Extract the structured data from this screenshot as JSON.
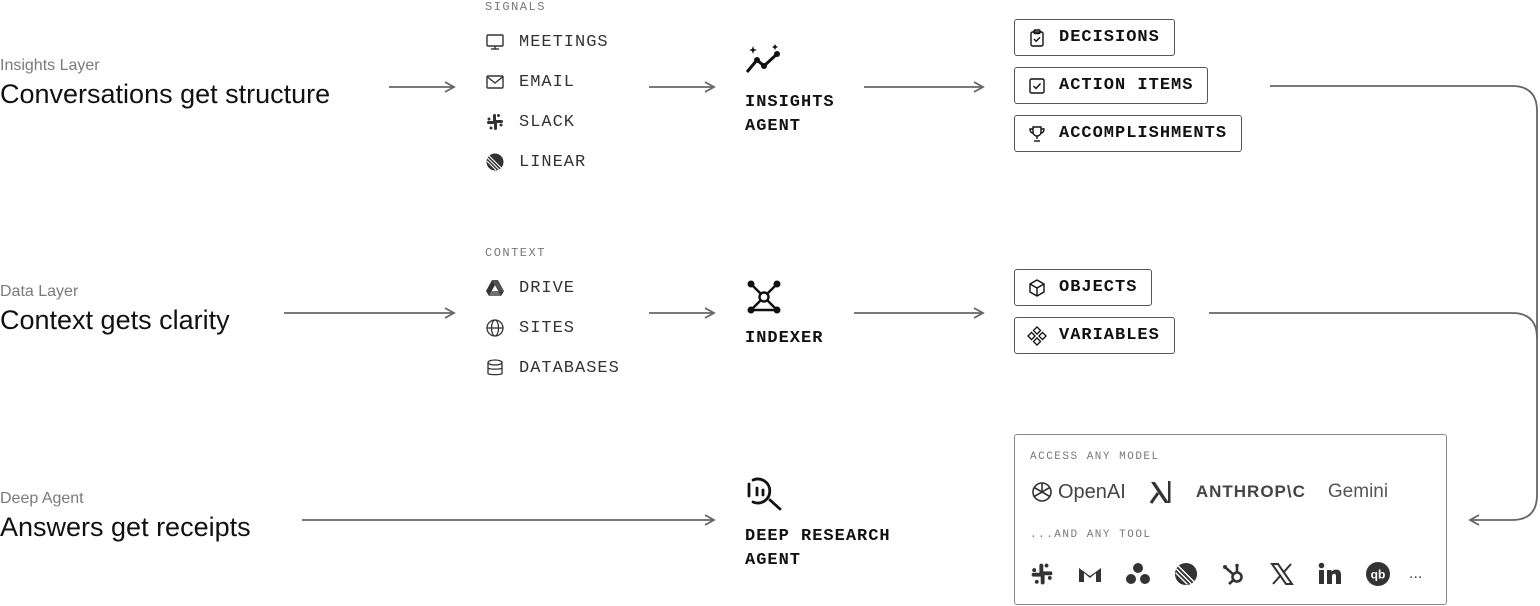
{
  "layers": [
    {
      "label": "Insights Layer",
      "title": "Conversations get structure"
    },
    {
      "label": "Data Layer",
      "title": "Context gets clarity"
    },
    {
      "label": "Deep Agent",
      "title": "Answers get receipts"
    }
  ],
  "signals": {
    "caption": "SIGNALS",
    "items": [
      {
        "label": "MEETINGS",
        "icon": "monitor-icon"
      },
      {
        "label": "EMAIL",
        "icon": "mail-icon"
      },
      {
        "label": "SLACK",
        "icon": "slack-icon"
      },
      {
        "label": "LINEAR",
        "icon": "linear-icon"
      }
    ]
  },
  "context": {
    "caption": "CONTEXT",
    "items": [
      {
        "label": "DRIVE",
        "icon": "drive-icon"
      },
      {
        "label": "SITES",
        "icon": "globe-icon"
      },
      {
        "label": "DATABASES",
        "icon": "database-icon"
      }
    ]
  },
  "agents": {
    "insights": "INSIGHTS\nAGENT",
    "indexer": "INDEXER",
    "deep_research": "DEEP RESEARCH\nAGENT"
  },
  "insight_outputs": [
    {
      "label": "DECISIONS",
      "icon": "clipboard-check-icon"
    },
    {
      "label": "ACTION ITEMS",
      "icon": "checkbox-icon"
    },
    {
      "label": "ACCOMPLISHMENTS",
      "icon": "trophy-icon"
    }
  ],
  "data_outputs": [
    {
      "label": "OBJECTS",
      "icon": "cube-icon"
    },
    {
      "label": "VARIABLES",
      "icon": "variables-icon"
    }
  ],
  "models_box": {
    "models_caption": "ACCESS ANY MODEL",
    "models": [
      "OpenAI",
      "ANTHROP\\C",
      "Gemini"
    ],
    "tools_caption": "...AND ANY TOOL",
    "tools": [
      "slack-icon",
      "gmail-icon",
      "asana-icon",
      "linear-icon",
      "hubspot-icon",
      "x-icon",
      "linkedin-icon",
      "quickbooks-icon"
    ],
    "tools_more": "..."
  },
  "colors": {
    "line": "#666666",
    "text": "#111111",
    "muted": "#777777"
  }
}
